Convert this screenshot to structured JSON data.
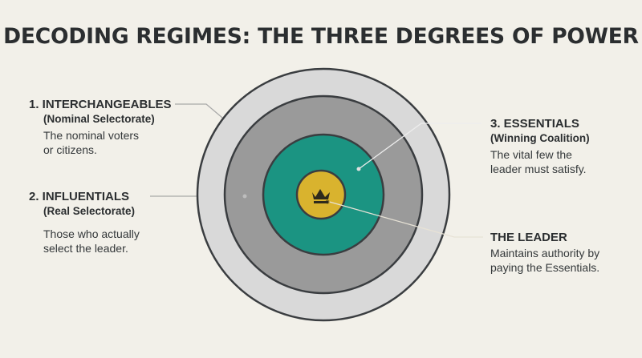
{
  "title": "DECODING REGIMES: THE THREE DEGREES OF POWER",
  "colors": {
    "background": "#f2f0e9",
    "outer_ring": "#d9d9d9",
    "middle_ring": "#9a9a9a",
    "inner_ring": "#1b9482",
    "center": "#d9b32e",
    "text": "#2b2e30",
    "leader_line": "#a9a9a9"
  },
  "center_icon": "crown-icon",
  "groups": [
    {
      "key": "interchangeables",
      "heading": "1. INTERCHANGEABLES",
      "sub": "(Nominal Selectorate)",
      "desc_lines": [
        "The nominal voters",
        "or citizens."
      ]
    },
    {
      "key": "influentials",
      "heading": "2. INFLUENTIALS",
      "sub": "(Real Selectorate)",
      "desc_lines": [
        "Those who actually",
        "select the leader."
      ]
    },
    {
      "key": "essentials",
      "heading": "3. ESSENTIALS",
      "sub": "(Winning Coalition)",
      "desc_lines": [
        "The vital few the",
        "leader must satisfy."
      ]
    },
    {
      "key": "leader",
      "heading": "THE LEADER",
      "desc_lines": [
        "Maintains authority by",
        "paying the Essentials."
      ]
    }
  ]
}
